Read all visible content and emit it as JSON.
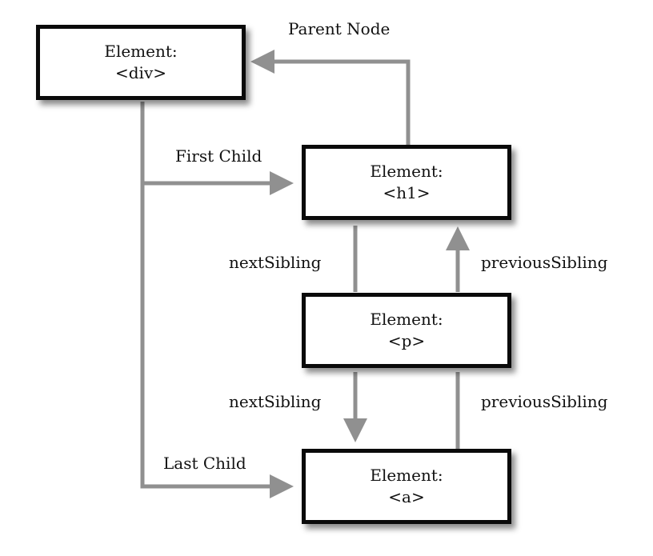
{
  "nodes": {
    "div": {
      "line1": "Element:",
      "line2": "<div>"
    },
    "h1": {
      "line1": "Element:",
      "line2": "<h1>"
    },
    "p": {
      "line1": "Element:",
      "line2": "<p>"
    },
    "a": {
      "line1": "Element:",
      "line2": "<a>"
    }
  },
  "labels": {
    "parent_node": "Parent Node",
    "first_child": "First Child",
    "last_child": "Last Child",
    "next_sibling_upper": "nextSibling",
    "previous_sibling_upper": "previousSibling",
    "next_sibling_lower": "nextSibling",
    "previous_sibling_lower": "previousSibling"
  },
  "colors": {
    "arrow": "#909090",
    "box_border": "#0a0a0a"
  }
}
